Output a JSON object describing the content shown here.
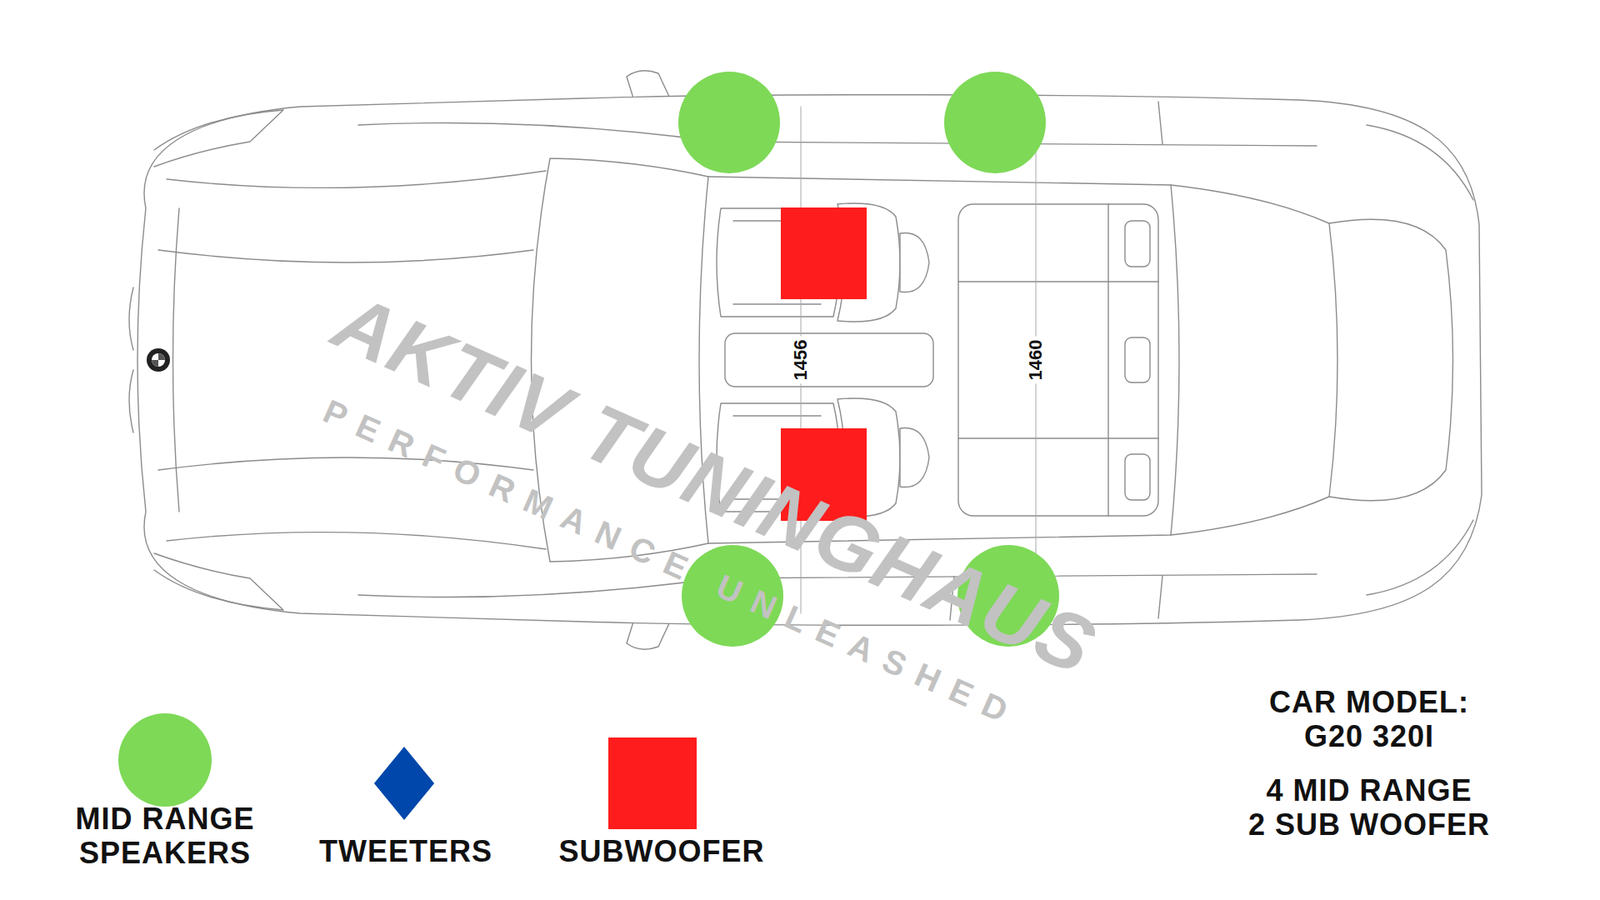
{
  "diagram": {
    "labels": [
      "1456",
      "1460",
      "CAR MODEL: G20 320I",
      "4 MID RANGE 2 SUB WOOFER",
      "AKTIV TUNINGHAUS",
      "PERFORMANCE UNLEASHED"
    ],
    "legend": [
      {
        "text": "MID RANGE SPEAKERS",
        "color": "#7ed957"
      },
      {
        "text": "TWEETERS",
        "color": "#0047ab"
      },
      {
        "text": "SUBWOOFER",
        "color": "#ff1c1c"
      }
    ]
  }
}
